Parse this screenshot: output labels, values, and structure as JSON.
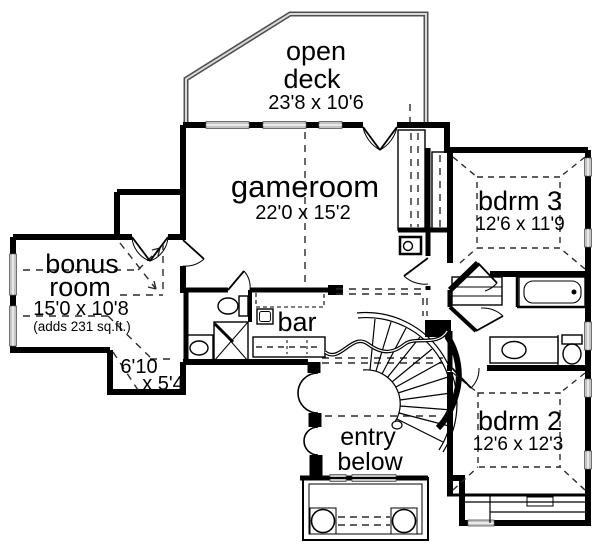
{
  "plan": {
    "type": "second-floor-plan",
    "colors": {
      "wall": "#000000",
      "window": "#c4c4c4",
      "dash": "#2a2a2a",
      "rail": "#5a5a5a",
      "bg": "#ffffff"
    },
    "rooms": {
      "deck": {
        "line1": "open",
        "line2": "deck",
        "dims": "23'8 x 10'6"
      },
      "gameroom": {
        "name": "gameroom",
        "dims": "22'0 x 15'2"
      },
      "bdrm3": {
        "name": "bdrm 3",
        "dims": "12'6 x 11'9"
      },
      "bonus": {
        "line1": "bonus",
        "line2": "room",
        "dims": "15'0 x 10'8",
        "note": "(adds 231 sq.ft.)"
      },
      "nook": {
        "dims_line1": "6'10",
        "dims_line2": "x 5'4"
      },
      "bar": {
        "name": "bar"
      },
      "entry": {
        "line1": "entry",
        "line2": "below"
      },
      "bdrm2": {
        "name": "bdrm 2",
        "dims": "12'6 x 12'3"
      }
    }
  }
}
